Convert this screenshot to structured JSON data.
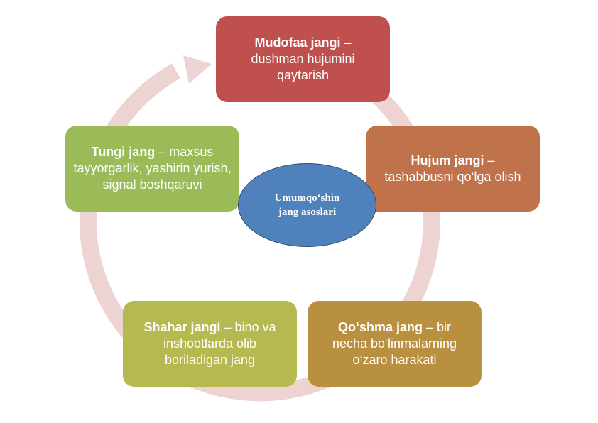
{
  "center": {
    "line1": "Umumqo‘shin",
    "line2": "jang asoslari"
  },
  "boxes": [
    {
      "title": "Mudofaa jangi",
      "sep": " – ",
      "text": "dushman hujumini qaytarish",
      "color": "#c0504d"
    },
    {
      "title": "Hujum jangi",
      "sep": " – ",
      "text": "tashabbusni qo‘lga olish",
      "color": "#c0724a"
    },
    {
      "title": "Qo‘shma jang",
      "sep": " – ",
      "text": "bir necha bo‘linmalarning o‘zaro harakati",
      "color": "#b8903f"
    },
    {
      "title": "Shahar jangi",
      "sep": " – ",
      "text": "bino va inshootlarda olib boriladigan jang",
      "color": "#b5b94f"
    },
    {
      "title": "Tungi jang",
      "sep": " – ",
      "text": "maxsus tayyorgarlik, yashirin yurish, signal boshqaruvi",
      "color": "#9bbb59"
    }
  ],
  "ring_color": "#eed3d3"
}
